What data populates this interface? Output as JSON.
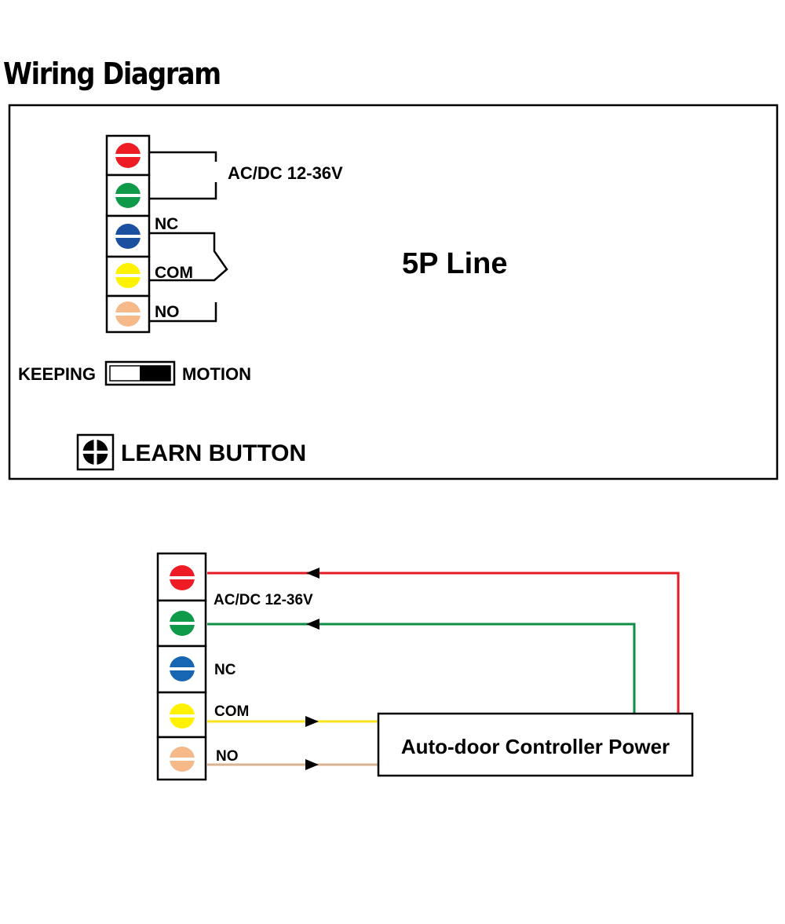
{
  "title": "Wiring Diagram",
  "module": {
    "name": "5P Line",
    "terminals": [
      {
        "id": "power-1",
        "color": "#ee1c25"
      },
      {
        "id": "power-2",
        "color": "#0e9a48"
      },
      {
        "id": "nc",
        "color": "#1b4fa0",
        "label": "NC"
      },
      {
        "id": "com",
        "color": "#fff200",
        "label": "COM"
      },
      {
        "id": "no",
        "color": "#f5b98a",
        "label": "NO"
      }
    ],
    "power_label": "AC/DC 12-36V",
    "switch": {
      "left_label": "KEEPING",
      "right_label": "MOTION"
    },
    "learn_button_label": "LEARN BUTTON"
  },
  "connection": {
    "terminals": [
      {
        "id": "power-1",
        "color": "#ee1c25"
      },
      {
        "id": "power-2",
        "color": "#0e9a48"
      },
      {
        "id": "nc",
        "color": "#1766b4",
        "label": "NC"
      },
      {
        "id": "com",
        "color": "#fff200",
        "label": "COM"
      },
      {
        "id": "no",
        "color": "#f5b98a",
        "label": "NO"
      }
    ],
    "power_label": "AC/DC 12-36V",
    "controller_label": "Auto-door Controller Power",
    "wire_colors": {
      "red": "#e31b23",
      "green": "#0e8f45",
      "yellow": "#f7e21c",
      "tan": "#d9b48f"
    }
  }
}
